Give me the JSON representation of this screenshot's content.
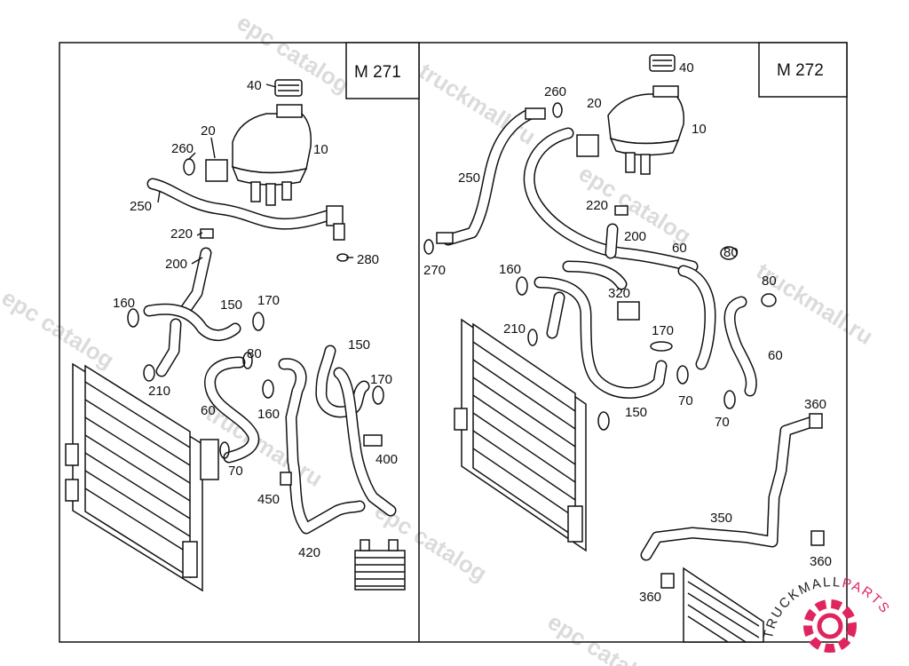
{
  "watermark": {
    "texts": [
      "epc catalog",
      "truckmall.ru",
      "epc catalog",
      "truckmall.ru",
      "epc catalog",
      "truckmall.ru",
      "epc catalog",
      "epc catalog"
    ]
  },
  "brand": {
    "name_left": "TRUCKMALL",
    "name_right": "PARTS",
    "color_dark": "#222222",
    "color_accent": "#e0245e"
  },
  "panels": [
    {
      "engine_label": "M 271",
      "callouts": [
        "40",
        "10",
        "20",
        "260",
        "250",
        "220",
        "280",
        "200",
        "160",
        "150",
        "170",
        "210",
        "80",
        "60",
        "70",
        "160",
        "150",
        "170",
        "400",
        "450",
        "420"
      ]
    },
    {
      "engine_label": "M 272",
      "callouts": [
        "40",
        "260",
        "20",
        "10",
        "250",
        "220",
        "200",
        "60",
        "80",
        "270",
        "160",
        "320",
        "80",
        "210",
        "170",
        "60",
        "150",
        "70",
        "70",
        "360",
        "350",
        "360",
        "360"
      ]
    }
  ]
}
